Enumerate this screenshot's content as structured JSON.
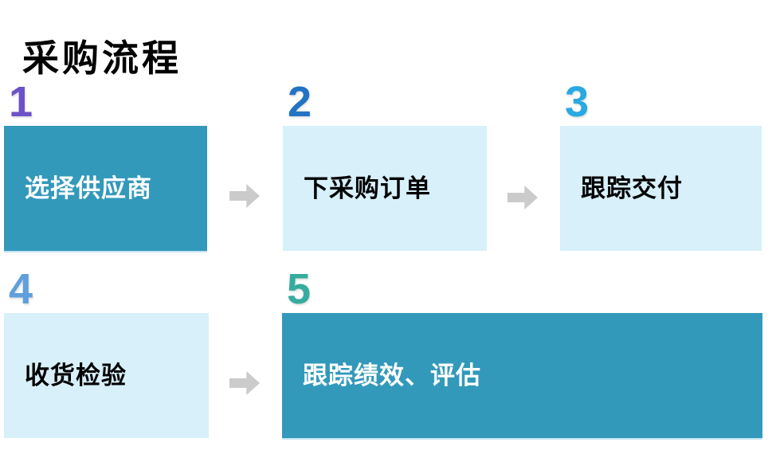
{
  "title": "采购流程",
  "steps": [
    {
      "number": "1",
      "label": "选择供应商",
      "variant": "dark",
      "number_color": "#6C51C8"
    },
    {
      "number": "2",
      "label": "下采购订单",
      "variant": "light",
      "number_color": "#2273C4"
    },
    {
      "number": "3",
      "label": "跟踪交付",
      "variant": "light",
      "number_color": "#29A9E1"
    },
    {
      "number": "4",
      "label": "收货检验",
      "variant": "light",
      "number_color": "#5FA0DC"
    },
    {
      "number": "5",
      "label": "跟踪绩效、评估",
      "variant": "dark",
      "number_color": "#36AC9E"
    }
  ],
  "icons": {
    "arrow_right": "block-arrow-right"
  },
  "colors": {
    "title_text": "#000000",
    "dark_box": "#3399BB",
    "light_box": "#D7F0FA",
    "dark_box_text": "#FFFFFF",
    "light_box_text": "#000000",
    "arrow": "#CBCBCB"
  }
}
